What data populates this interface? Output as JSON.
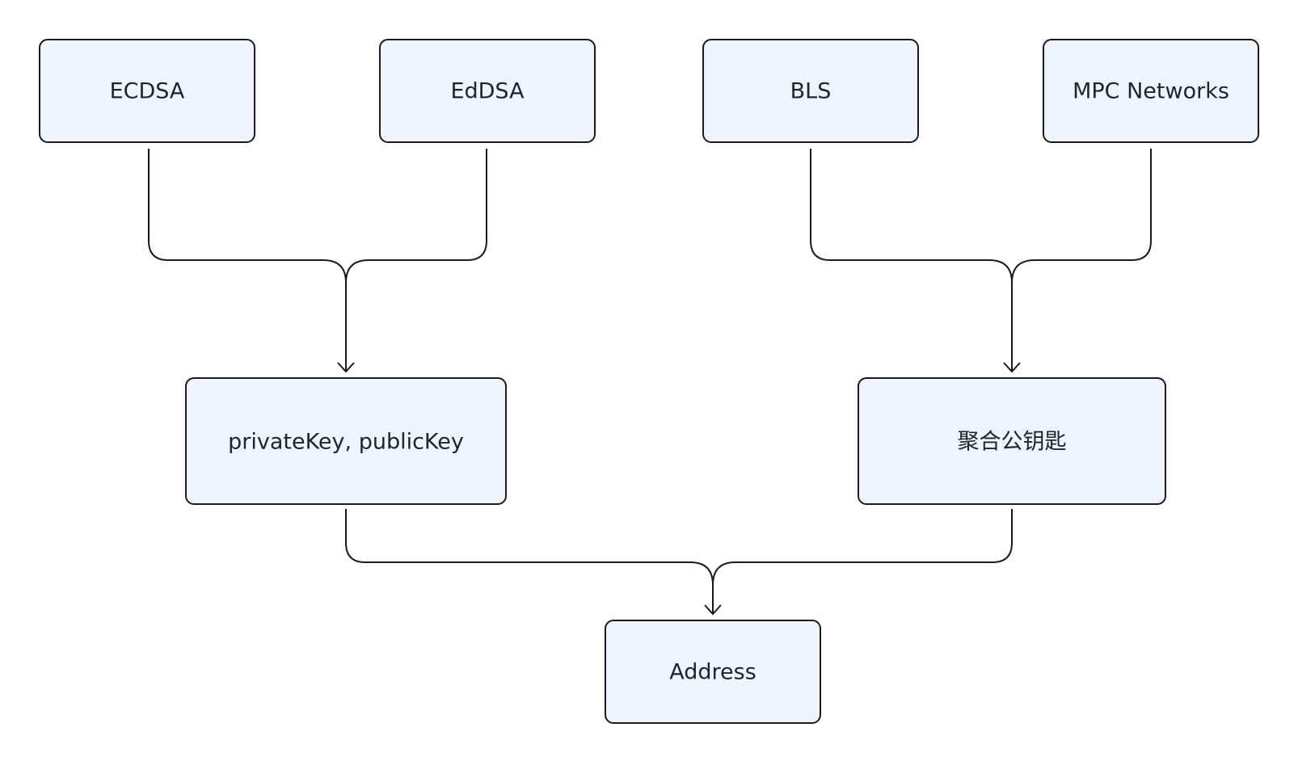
{
  "diagram": {
    "nodes": {
      "ecdsa": "ECDSA",
      "eddsa": "EdDSA",
      "bls": "BLS",
      "mpc": "MPC Networks",
      "keypair": "privateKey, publicKey",
      "aggregate": "聚合公钥匙",
      "address": "Address"
    },
    "edges": [
      [
        "ecdsa",
        "keypair"
      ],
      [
        "eddsa",
        "keypair"
      ],
      [
        "bls",
        "aggregate"
      ],
      [
        "mpc",
        "aggregate"
      ],
      [
        "keypair",
        "address"
      ],
      [
        "aggregate",
        "address"
      ]
    ]
  }
}
